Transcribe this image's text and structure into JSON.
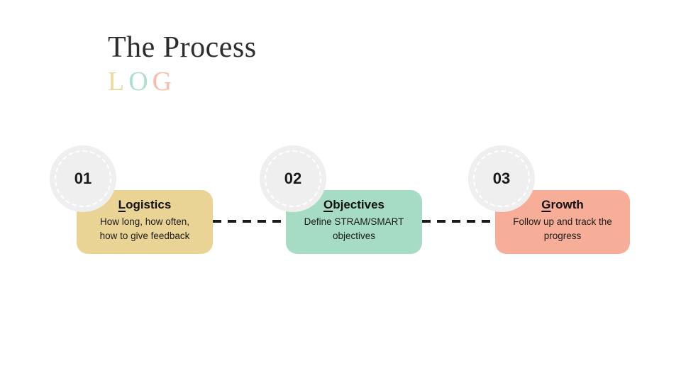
{
  "header": {
    "title": "The Process",
    "subtitle_letters": [
      {
        "char": "L",
        "color": "#ecd99e"
      },
      {
        "char": "O",
        "color": "#addfc9"
      },
      {
        "char": "G",
        "color": "#f8bca9"
      }
    ]
  },
  "steps": [
    {
      "number": "01",
      "title_initial": "L",
      "title_rest": "ogistics",
      "description_line1": "How long, how often,",
      "description_line2": "how to give feedback",
      "card_color": "#e9d496"
    },
    {
      "number": "02",
      "title_initial": "O",
      "title_rest": "bjectives",
      "description_line1": "Define STRAM/SMART",
      "description_line2": "objectives",
      "card_color": "#a7dcc4"
    },
    {
      "number": "03",
      "title_initial": "G",
      "title_rest": "rowth",
      "description_line1": "Follow up and track the",
      "description_line2": "progress",
      "card_color": "#f6ae99"
    }
  ],
  "colors": {
    "background": "#ffffff",
    "title_text": "#2d2d2d",
    "circle_fill": "#efeff0",
    "circle_dash": "#ffffff",
    "connector": "#1a1a1a",
    "card_text": "#111111"
  }
}
